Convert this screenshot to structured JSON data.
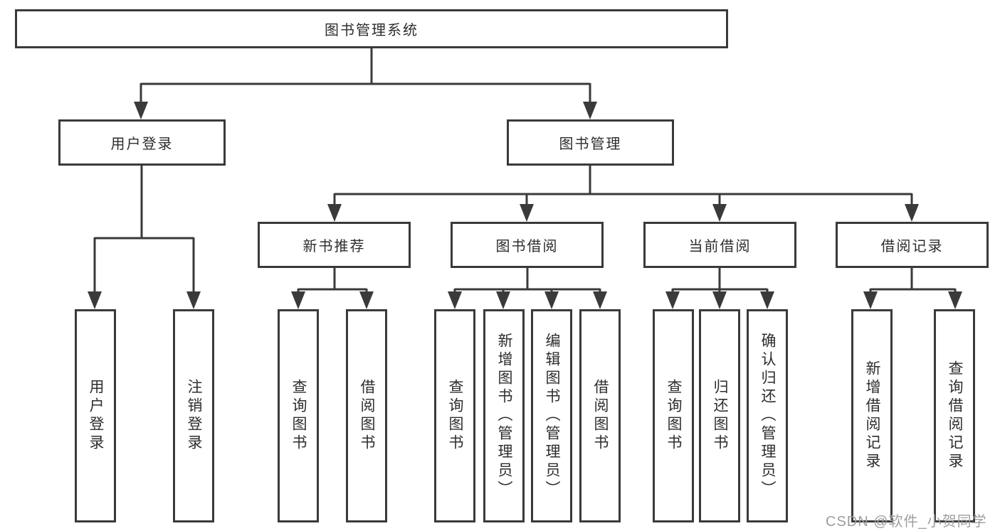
{
  "diagram": {
    "colors": {
      "line": "#3a3a3a",
      "text": "#2d2d2d",
      "box_bg": "#ffffff",
      "watermark": "#9e9e9e"
    },
    "root": {
      "label": "图书管理系统",
      "children": [
        {
          "label": "用户登录",
          "children": [
            {
              "label": "用户登录"
            },
            {
              "label": "注销登录"
            }
          ]
        },
        {
          "label": "图书管理",
          "children": [
            {
              "label": "新书推荐",
              "children": [
                {
                  "label": "查询图书"
                },
                {
                  "label": "借阅图书"
                }
              ]
            },
            {
              "label": "图书借阅",
              "children": [
                {
                  "label": "查询图书"
                },
                {
                  "label": "新增图书（管理员）"
                },
                {
                  "label": "编辑图书（管理员）"
                },
                {
                  "label": "借阅图书"
                }
              ]
            },
            {
              "label": "当前借阅",
              "children": [
                {
                  "label": "查询图书"
                },
                {
                  "label": "归还图书"
                },
                {
                  "label": "确认归还（管理员）"
                }
              ]
            },
            {
              "label": "借阅记录",
              "children": [
                {
                  "label": "新增借阅记录"
                },
                {
                  "label": "查询借阅记录"
                }
              ]
            }
          ]
        }
      ]
    }
  },
  "watermark": {
    "text": "CSDN @软件_小贺同学"
  }
}
